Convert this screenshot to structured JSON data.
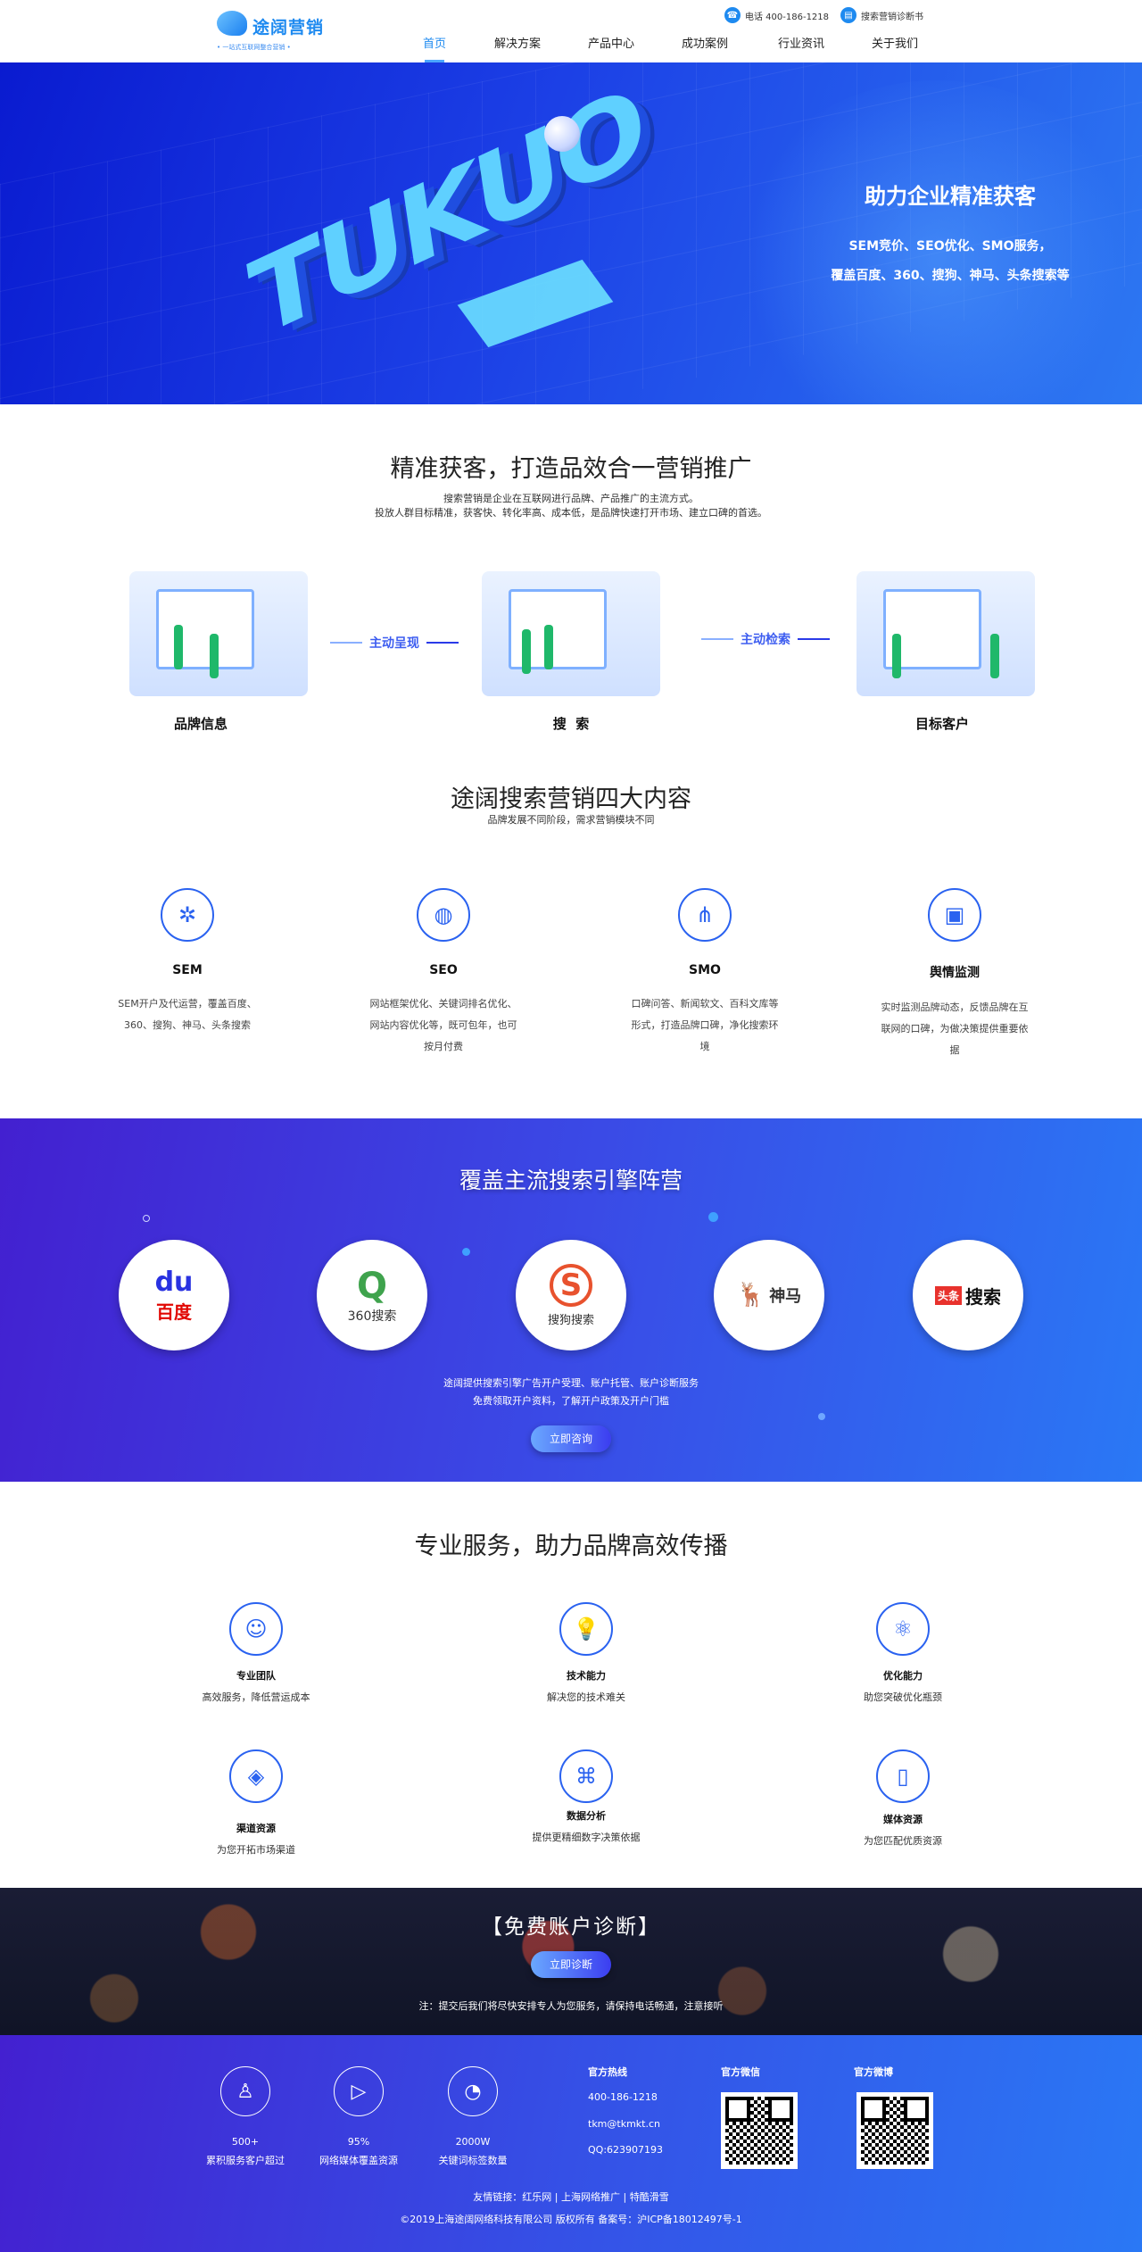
{
  "header": {
    "logo_text": "途阔营销",
    "logo_slogan": "• 一站式互联网整合营销 •",
    "phone": "电话 400-186-1218",
    "diagnosis_book": "搜索营销诊断书",
    "nav": [
      {
        "label": "首页",
        "active": true
      },
      {
        "label": "解决方案"
      },
      {
        "label": "产品中心"
      },
      {
        "label": "成功案例"
      },
      {
        "label": "行业资讯"
      },
      {
        "label": "关于我们"
      }
    ]
  },
  "hero": {
    "art_text": "TUKUO",
    "title": "助力企业精准获客",
    "line1": "SEM竞价、SEO优化、SMO服务，",
    "line2": "覆盖百度、360、搜狗、神马、头条搜索等"
  },
  "intro": {
    "title": "精准获客，打造品效合一营销推广",
    "desc1": "搜索营销是企业在互联网进行品牌、产品推广的主流方式。",
    "desc2": "投放人群目标精准，获客快、转化率高、成本低，是品牌快速打开市场、建立口碑的首选。",
    "flow": [
      {
        "label": "品牌信息"
      },
      {
        "label": "搜  索"
      },
      {
        "label": "目标客户"
      }
    ],
    "connectors": [
      "主动呈现",
      "主动检索"
    ]
  },
  "four": {
    "title": "途阔搜索营销四大内容",
    "subtitle": "品牌发展不同阶段，需求营销模块不同",
    "items": [
      {
        "icon": "network-icon",
        "title": "SEM",
        "desc": "SEM开户及代运营，覆盖百度、360、搜狗、神马、头条搜索"
      },
      {
        "icon": "globe-icon",
        "title": "SEO",
        "desc": "网站框架优化、关键词排名优化、网站内容优化等，既可包年，也可按月付费"
      },
      {
        "icon": "share-icon",
        "title": "SMO",
        "desc": "口碑问答、新闻软文、百科文库等形式，打造品牌口碑，净化搜索环境"
      },
      {
        "icon": "monitor-icon",
        "title": "舆情监测",
        "desc": "实时监测品牌动态，反馈品牌在互联网的口碑，为做决策提供重要依据"
      }
    ]
  },
  "engines": {
    "title": "覆盖主流搜索引擎阵营",
    "items": [
      {
        "name": "百度",
        "mark": "du",
        "color": "#2932e1",
        "name_color": "#e10601"
      },
      {
        "name": "360搜索",
        "mark": "Q",
        "color": "#3fa34d",
        "name_color": "#333333"
      },
      {
        "name": "搜狗搜索",
        "mark": "S",
        "color": "#e8522e",
        "name_color": "#333333"
      },
      {
        "name": "神马",
        "mark": "🦌",
        "color": "#f08a1c",
        "name_color": "#333333"
      },
      {
        "name": "搜索",
        "mark": "头条",
        "color": "#e8322d",
        "name_color": "#111111"
      }
    ],
    "desc1": "途阔提供搜索引擎广告开户受理、账户托管、账户诊断服务",
    "desc2": "免费领取开户资料，了解开户政策及开户门槛",
    "button": "立即咨询"
  },
  "services": {
    "title": "专业服务，助力品牌高效传播",
    "items": [
      {
        "icon": "team-icon",
        "title": "专业团队",
        "desc": "高效服务，降低营运成本"
      },
      {
        "icon": "lightbulb-icon",
        "title": "技术能力",
        "desc": "解决您的技术难关"
      },
      {
        "icon": "atom-icon",
        "title": "优化能力",
        "desc": "助您突破优化瓶颈"
      },
      {
        "icon": "handshake-icon",
        "title": "渠道资源",
        "desc": "为您开拓市场渠道"
      },
      {
        "icon": "data-chart-icon",
        "title": "数据分析",
        "desc": "提供更精细数字决策依据"
      },
      {
        "icon": "media-folder-icon",
        "title": "媒体资源",
        "desc": "为您匹配优质资源"
      }
    ]
  },
  "cta": {
    "title": "【免费账户诊断】",
    "button": "立即诊断",
    "note": "注：提交后我们将尽快安排专人为您服务，请保持电话畅通，注意接听"
  },
  "footer": {
    "stats": [
      {
        "icon": "users-icon",
        "value": "500+",
        "label": "累积服务客户超过"
      },
      {
        "icon": "media-play-icon",
        "value": "95%",
        "label": "网络媒体覆盖资源"
      },
      {
        "icon": "pie-chart-icon",
        "value": "2000W",
        "label": "关键词标签数量"
      }
    ],
    "hotline_title": "官方热线",
    "phone": "400-186-1218",
    "email": "tkm@tkmkt.cn",
    "qq": "QQ:623907193",
    "wechat_title": "官方微信",
    "weibo_title": "官方微博",
    "links_label": "友情链接：",
    "links": [
      "红乐网",
      "上海网络推广",
      "特酷滑雪"
    ],
    "copyright": "©2019上海途阔网络科技有限公司 版权所有 备案号：沪ICP备18012497号-1"
  }
}
